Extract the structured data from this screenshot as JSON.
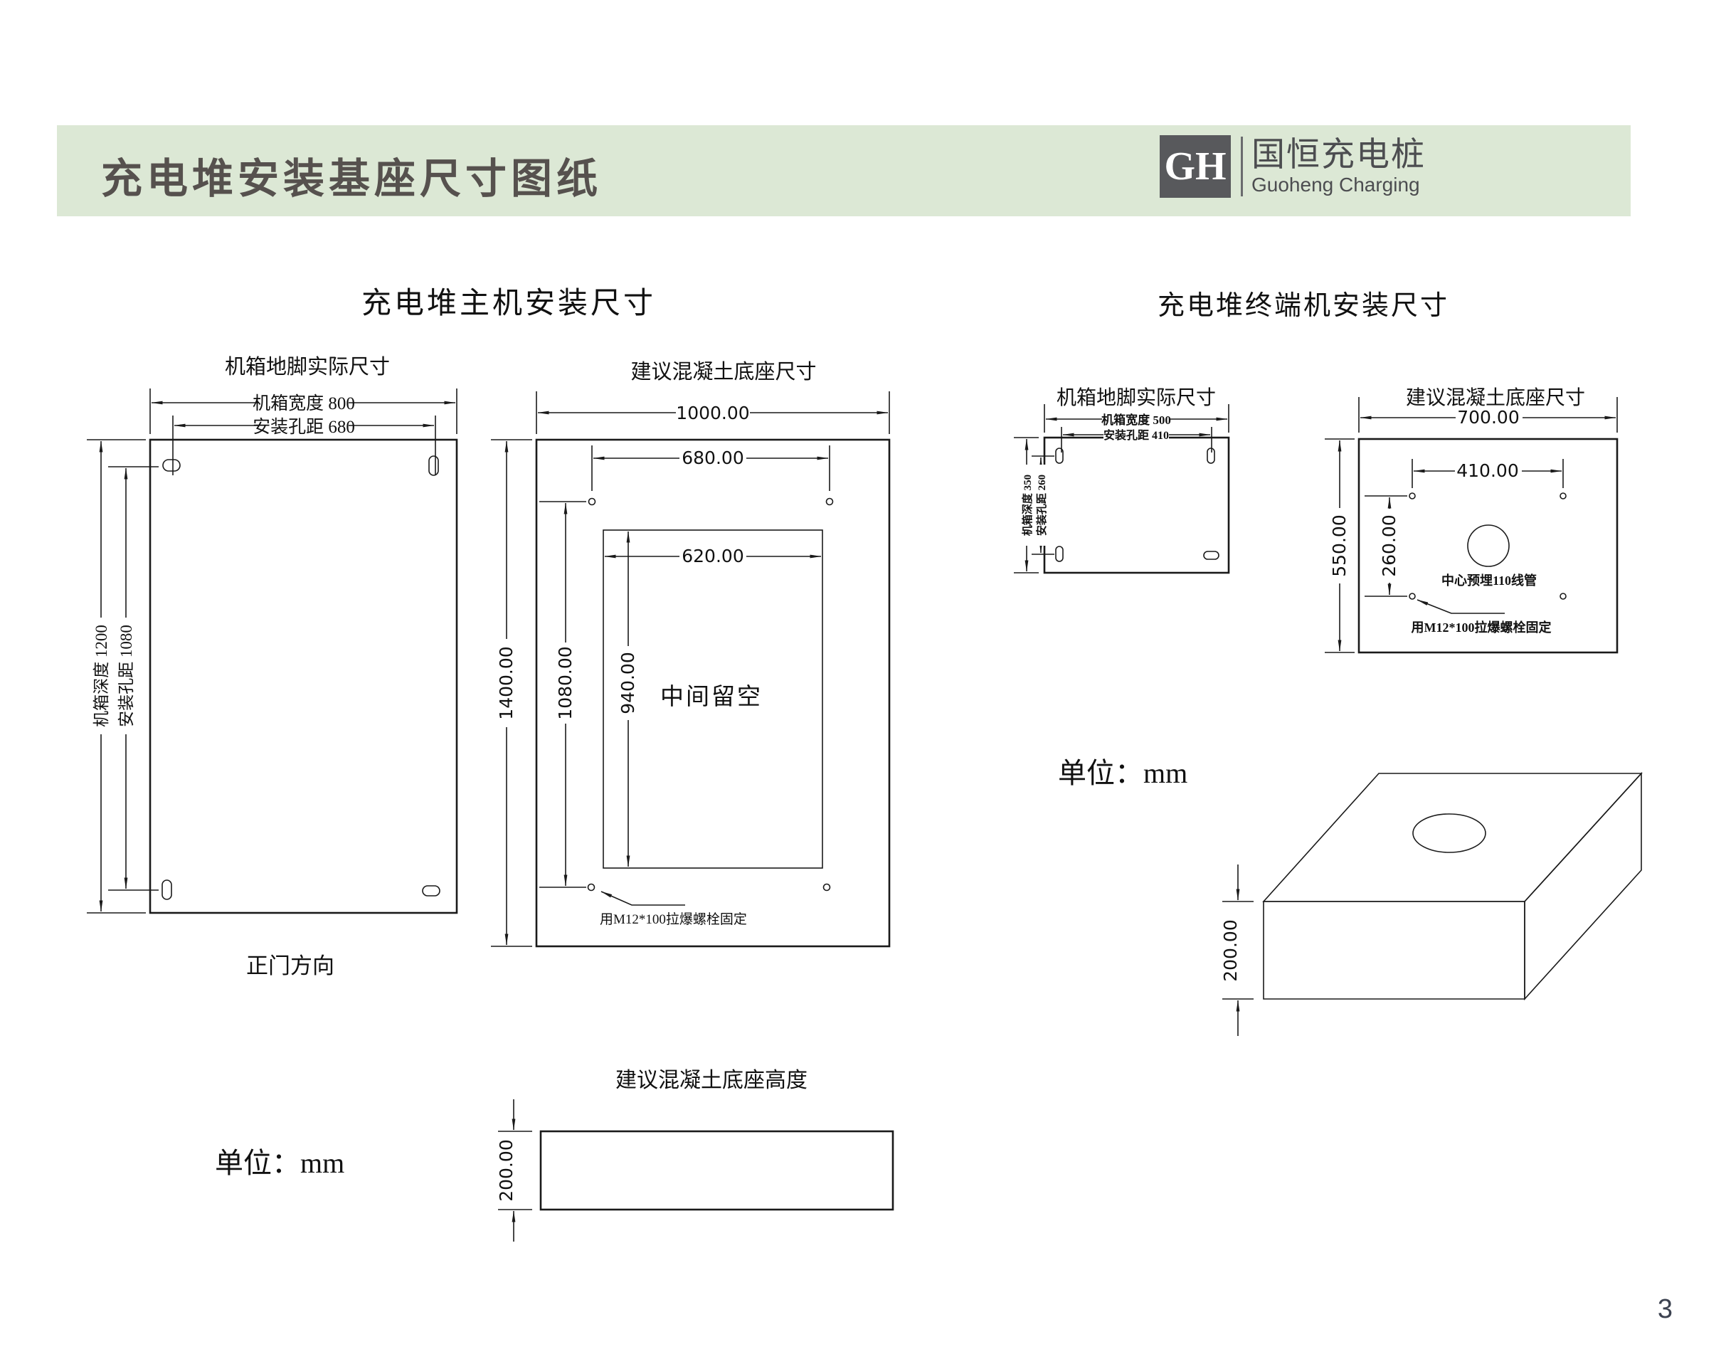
{
  "header": {
    "title": "充电堆安装基座尺寸图纸",
    "logo": {
      "initials": "GH",
      "name_cn": "国恒充电桩",
      "name_en": "Guoheng Charging"
    }
  },
  "page_number": "3",
  "colors": {
    "header_bg": "#dce8d5",
    "header_text": "#56514e",
    "logo_gray": "#58595c",
    "line": "#1a1a1a"
  },
  "main_unit": {
    "title": "充电堆主机安装尺寸",
    "cabinet_label": "机箱地脚实际尺寸",
    "base_label": "建议混凝土底座尺寸",
    "cabinet": {
      "width": "机箱宽度 800",
      "hole_w": "安装孔距 680",
      "depth": "机箱深度 1200",
      "hole_d": "安装孔距 1080",
      "front": "正门方向"
    },
    "base": {
      "width": "1000.00",
      "hole_w": "680.00",
      "inner_w": "620.00",
      "height": "1400.00",
      "hole_h": "1080.00",
      "inner_h": "940.00",
      "center": "中间留空",
      "bolt": "用M12*100拉爆螺栓固定"
    },
    "height_title": "建议混凝土底座高度",
    "height_value": "200.00",
    "unit": "单位：mm"
  },
  "terminal_unit": {
    "title": "充电堆终端机安装尺寸",
    "cabinet_label": "机箱地脚实际尺寸",
    "base_label": "建议混凝土底座尺寸",
    "cabinet": {
      "width": "机箱宽度 500",
      "hole_w": "安装孔距 410",
      "depth": "机箱深度 350",
      "hole_d": "安装孔距 260"
    },
    "base": {
      "width": "700.00",
      "height": "550.00",
      "hole_w": "410.00",
      "hole_h": "260.00",
      "conduit": "中心预埋110线管",
      "bolt": "用M12*100拉爆螺栓固定"
    },
    "iso_height": "200.00",
    "unit": "单位：mm"
  }
}
